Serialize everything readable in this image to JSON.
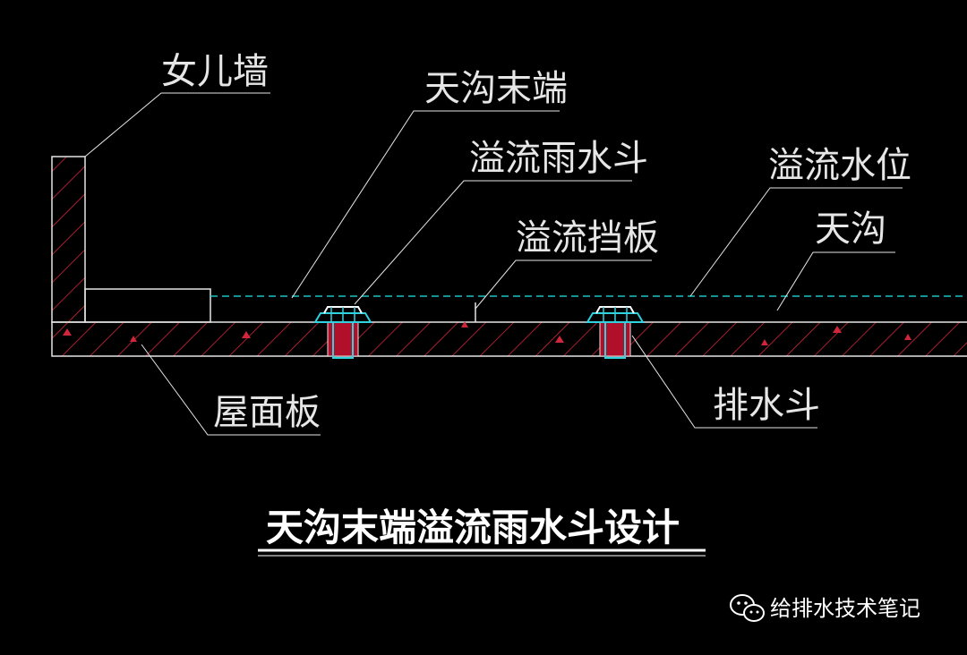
{
  "labels": {
    "parapet": "女儿墙",
    "gutter_end": "天沟末端",
    "overflow_drain": "溢流雨水斗",
    "overflow_level": "溢流水位",
    "gutter": "天沟",
    "overflow_baffle": "溢流挡板",
    "roof_slab": "屋面板",
    "drain": "排水斗"
  },
  "title": "天沟末端溢流雨水斗设计",
  "watermark": "给排水技术笔记",
  "colors": {
    "background": "#000000",
    "line": "#ffffff",
    "hatch": "#d0263a",
    "water_level": "#19c6c6",
    "fitting": "#2fd3e0"
  },
  "icons": {
    "watermark_icon": "wechat-icon"
  }
}
